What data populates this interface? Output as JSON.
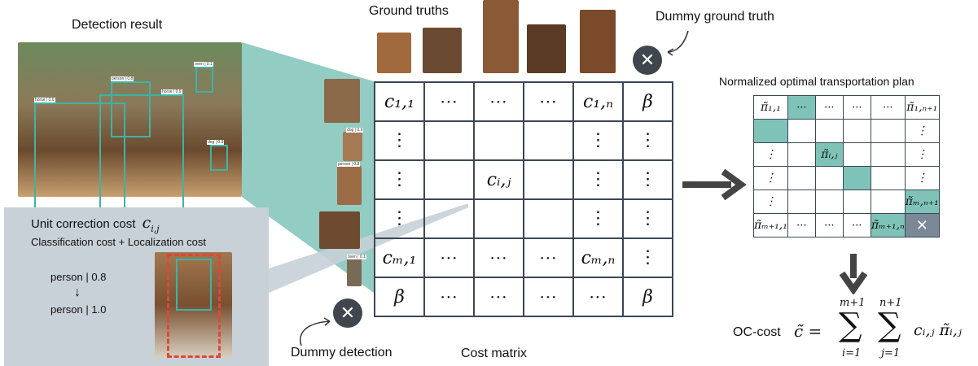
{
  "titles": {
    "detection_result": "Detection result",
    "ground_truths": "Ground truths",
    "dummy_ground_truth": "Dummy ground truth",
    "dummy_detection": "Dummy detection",
    "cost_matrix": "Cost matrix",
    "plan": "Normalized optimal transportation plan"
  },
  "detection_boxes": [
    {
      "label": "person | 0.8"
    },
    {
      "label": "horse | 0.9"
    },
    {
      "label": "horse | 0.6"
    },
    {
      "label": "oven | 0.1"
    },
    {
      "label": "dog | 0.9"
    }
  ],
  "detection_crops": [
    {
      "label": "dog | 0.9"
    },
    {
      "label": "person | 0.8"
    },
    {
      "label": "oven | 0.1"
    }
  ],
  "unit_panel": {
    "title": "Unit correction cost",
    "title_symbol": "c",
    "title_sub": "i,j",
    "subtitle": "Classification cost + Localization cost",
    "from": "person | 0.8",
    "arrow": "↓",
    "to": "person | 1.0"
  },
  "matrix": {
    "rows": [
      [
        "c₁,₁",
        "···",
        "···",
        "···",
        "c₁,ₙ",
        "β"
      ],
      [
        "⋮",
        "",
        "",
        "",
        "⋮",
        "⋮"
      ],
      [
        "⋮",
        "",
        "cᵢ,ⱼ",
        "",
        "⋮",
        "⋮"
      ],
      [
        "⋮",
        "",
        "",
        "",
        "⋮",
        "⋮"
      ],
      [
        "cₘ,₁",
        "···",
        "···",
        "···",
        "cₘ,ₙ",
        "⋮"
      ],
      [
        "β",
        "···",
        "···",
        "···",
        "···",
        "β"
      ]
    ]
  },
  "plan": {
    "rows": [
      [
        "π̃₁,₁",
        "···",
        "···",
        "···",
        "···",
        "π̃₁,ₙ₊₁"
      ],
      [
        "",
        "",
        "",
        "",
        "",
        "⋮"
      ],
      [
        "⋮",
        "",
        "π̃ᵢ,ⱼ",
        "",
        "",
        "⋮"
      ],
      [
        "⋮",
        "",
        "",
        "",
        "",
        "⋮"
      ],
      [
        "⋮",
        "",
        "",
        "",
        "",
        "π̃ₘ,ₙ₊₁"
      ],
      [
        "π̃ₘ₊₁,₁",
        "···",
        "···",
        "···",
        "π̃ₘ₊₁,ₙ",
        "✕"
      ]
    ],
    "highlighted": [
      [
        0,
        1
      ],
      [
        1,
        0
      ],
      [
        2,
        2
      ],
      [
        3,
        3
      ],
      [
        4,
        5
      ],
      [
        5,
        4
      ]
    ],
    "dummy_cell": [
      5,
      5
    ]
  },
  "formula": {
    "label": "OC-cost",
    "lhs": "c̃ =",
    "sum1_top": "m+1",
    "sum1_bottom": "i=1",
    "sum2_top": "n+1",
    "sum2_bottom": "j=1",
    "term": "cᵢ,ⱼ π̃ᵢ,ⱼ"
  },
  "colors": {
    "teal": "#7fc3b8",
    "dark": "#3f464d",
    "panel": "#c8d0d8",
    "dashed_red": "#e0463a"
  },
  "icons": {
    "close": "✕"
  }
}
